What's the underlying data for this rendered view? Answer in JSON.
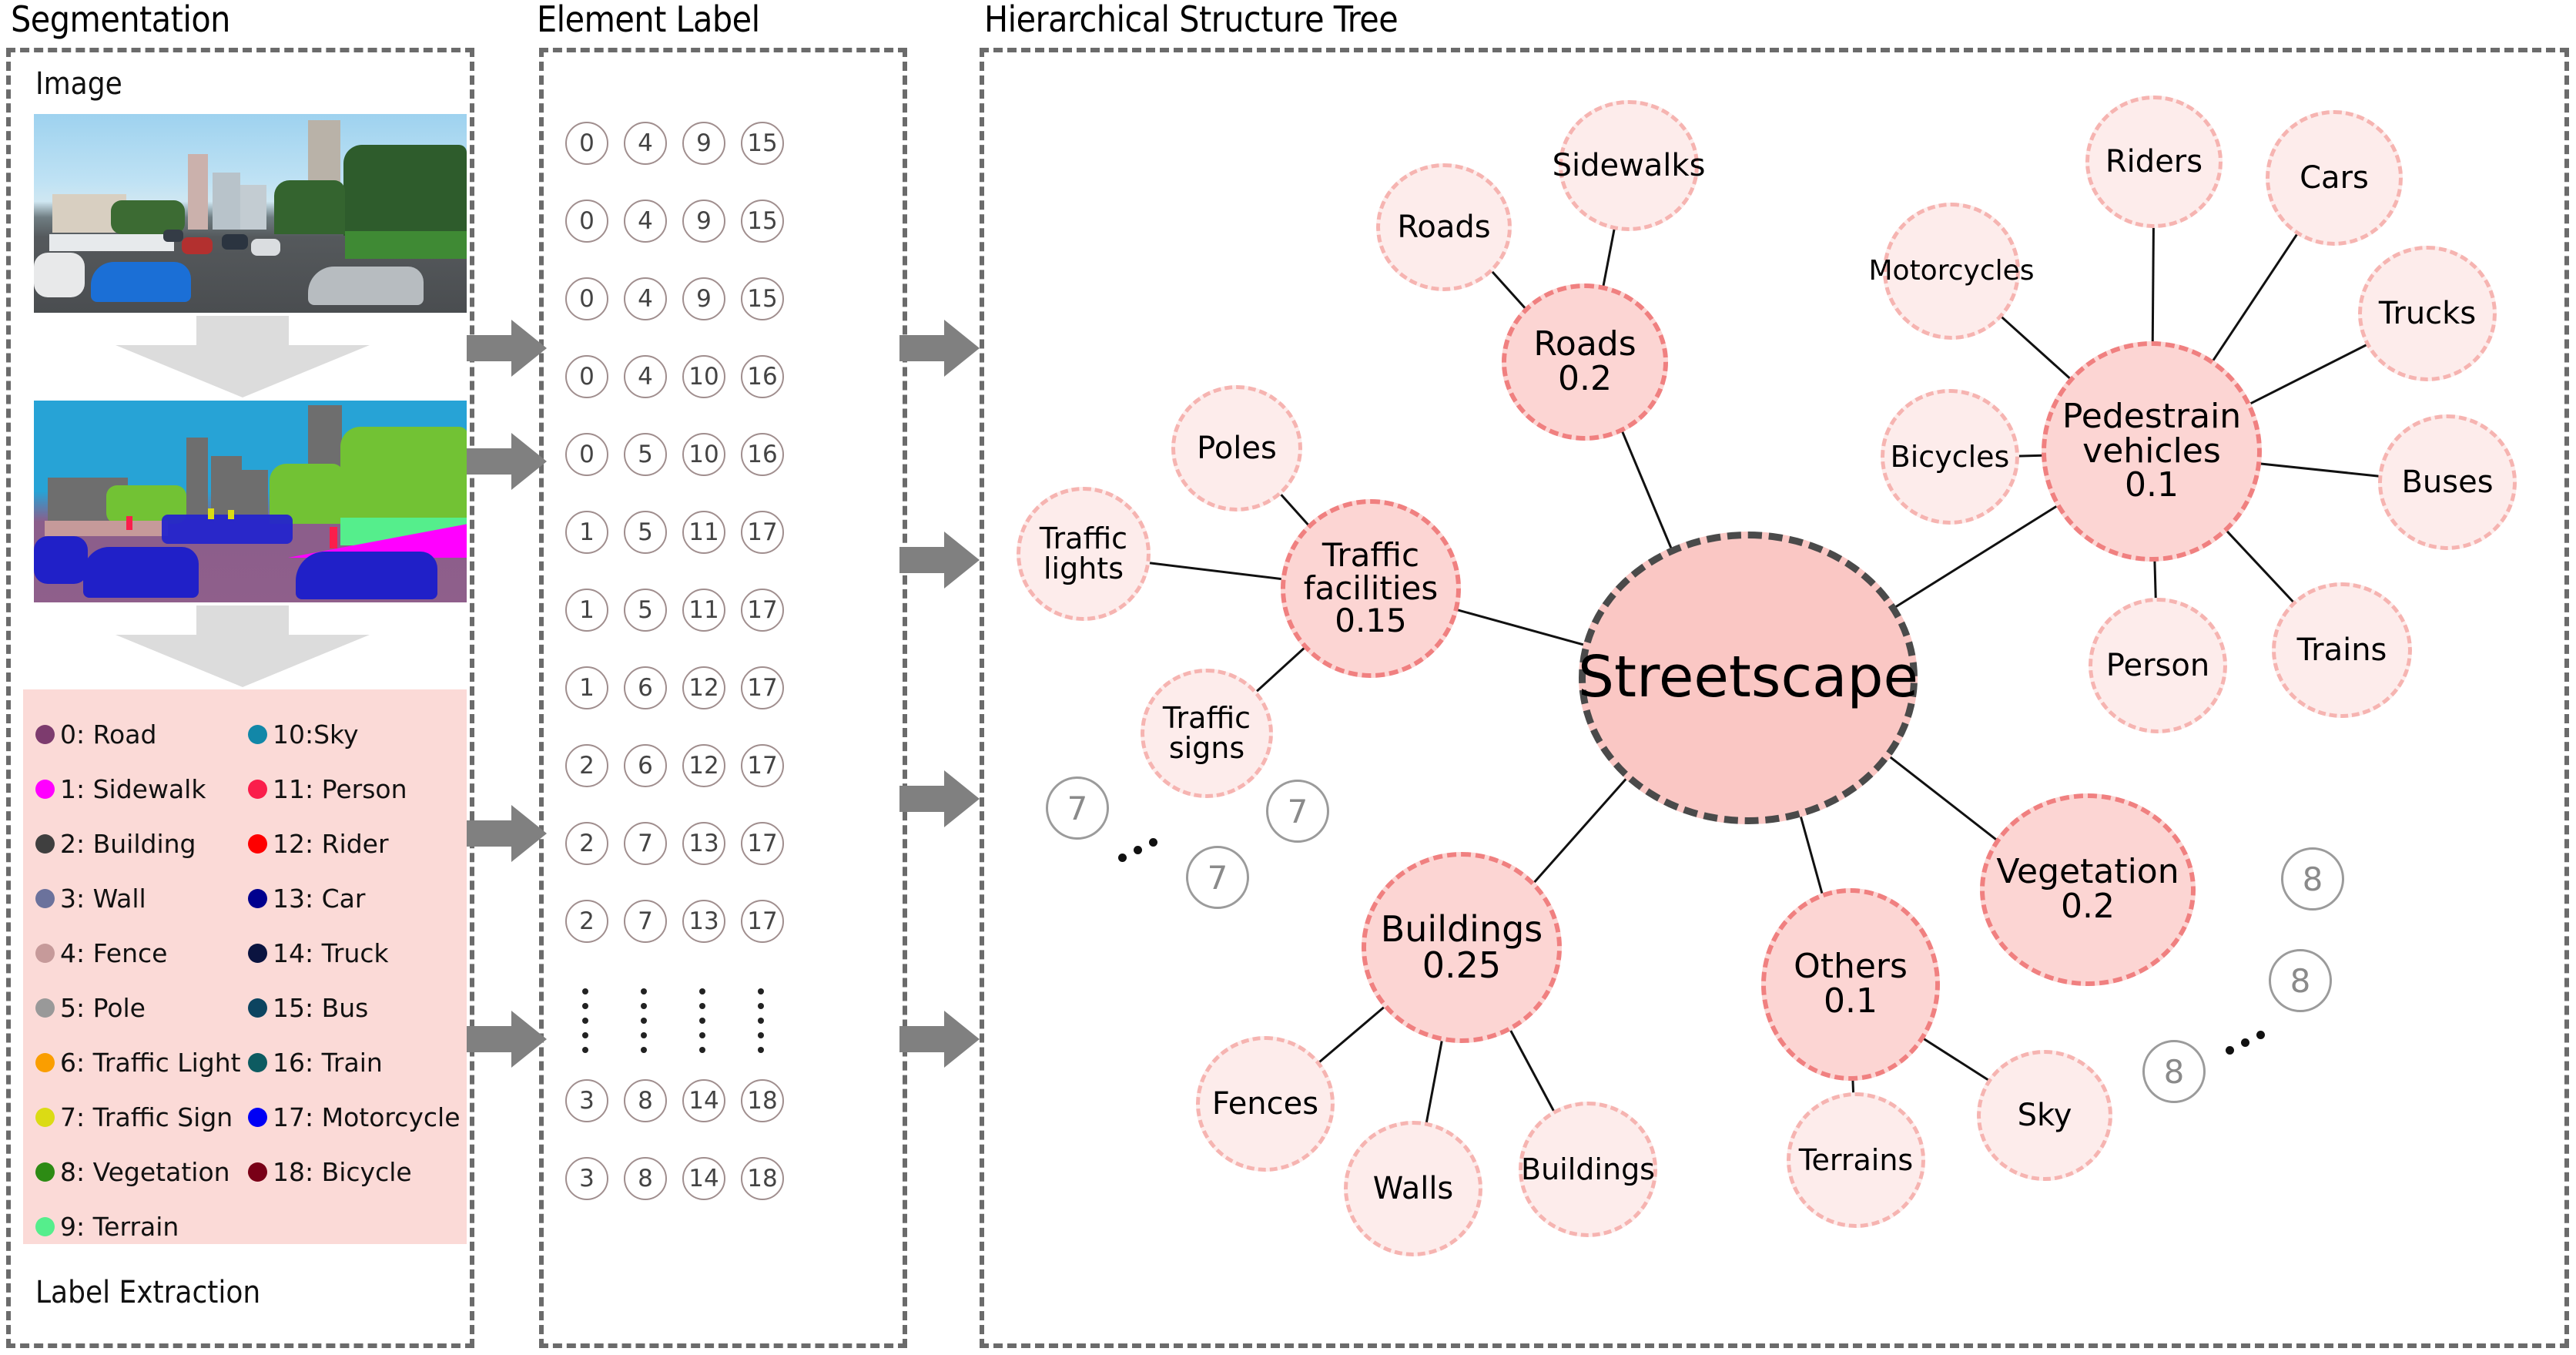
{
  "panels": {
    "segmentation": {
      "title": "Segmentation",
      "image_label": "Image",
      "footer_label": "Label Extraction"
    },
    "element_label": {
      "title": "Element Label"
    },
    "tree": {
      "title": "Hierarchical Structure Tree"
    }
  },
  "legend": {
    "left_column": [
      {
        "id": "0",
        "label": "0: Road",
        "color": "#7d3b6e"
      },
      {
        "id": "1",
        "label": "1: Sidewalk",
        "color": "#ff00ff"
      },
      {
        "id": "2",
        "label": "2: Building",
        "color": "#3f3f3f"
      },
      {
        "id": "3",
        "label": "3: Wall",
        "color": "#6b729c"
      },
      {
        "id": "4",
        "label": "4: Fence",
        "color": "#c69a9a"
      },
      {
        "id": "5",
        "label": "5: Pole",
        "color": "#999999"
      },
      {
        "id": "6",
        "label": "6:  Traffic Light",
        "color": "#fa9e00"
      },
      {
        "id": "7",
        "label": "7: Traffic Sign",
        "color": "#dbdb14"
      },
      {
        "id": "8",
        "label": "8: Vegetation",
        "color": "#2d8b14"
      },
      {
        "id": "9",
        "label": "9: Terrain",
        "color": "#55ee8c"
      }
    ],
    "right_column": [
      {
        "id": "10",
        "label": "10:Sky",
        "color": "#1287a8"
      },
      {
        "id": "11",
        "label": "11: Person",
        "color": "#fa1e4b"
      },
      {
        "id": "12",
        "label": "12:  Rider",
        "color": "#fe0000"
      },
      {
        "id": "13",
        "label": "13: Car",
        "color": "#00008e"
      },
      {
        "id": "14",
        "label": "14: Truck",
        "color": "#0b1440"
      },
      {
        "id": "15",
        "label": "15: Bus",
        "color": "#0c4460"
      },
      {
        "id": "16",
        "label": "16: Train",
        "color": "#0d5b61"
      },
      {
        "id": "17",
        "label": "17:  Motorcycle",
        "color": "#0000f5"
      },
      {
        "id": "18",
        "label": "18: Bicycle",
        "color": "#790017"
      }
    ]
  },
  "element_label_grid": {
    "rows": [
      [
        "0",
        "4",
        "9",
        "15"
      ],
      [
        "0",
        "4",
        "9",
        "15"
      ],
      [
        "0",
        "4",
        "9",
        "15"
      ],
      [
        "0",
        "4",
        "10",
        "16"
      ],
      [
        "0",
        "5",
        "10",
        "16"
      ],
      [
        "1",
        "5",
        "11",
        "17"
      ],
      [
        "1",
        "5",
        "11",
        "17"
      ],
      [
        "1",
        "6",
        "12",
        "17"
      ],
      [
        "2",
        "6",
        "12",
        "17"
      ],
      [
        "2",
        "7",
        "13",
        "17"
      ],
      [
        "2",
        "7",
        "13",
        "17"
      ]
    ],
    "ellipsis_row": "⋮",
    "tail_rows": [
      [
        "3",
        "8",
        "14",
        "18"
      ],
      [
        "3",
        "8",
        "14",
        "18"
      ]
    ]
  },
  "tree": {
    "root": {
      "label": "Streetscape"
    },
    "categories": [
      {
        "id": "roads",
        "label": "Roads",
        "weight": "0.2",
        "children": [
          "Roads",
          "Sidewalks"
        ]
      },
      {
        "id": "traffic",
        "label": "Traffic\nfacilities",
        "weight": "0.15",
        "children": [
          "Poles",
          "Traffic\nlights",
          "Traffic\nsigns"
        ]
      },
      {
        "id": "pedestrian",
        "label": "Pedestrain\nvehicles",
        "weight": "0.1",
        "children": [
          "Motorcycles",
          "Riders",
          "Cars",
          "Trucks",
          "Buses",
          "Trains",
          "Person",
          "Bicycles"
        ]
      },
      {
        "id": "vegetation",
        "label": "Vegetation",
        "weight": "0.2",
        "children": []
      },
      {
        "id": "others",
        "label": "Others",
        "weight": "0.1",
        "children": [
          "Terrains",
          "Sky"
        ]
      },
      {
        "id": "buildings",
        "label": "Buildings",
        "weight": "0.25",
        "children": [
          "Fences",
          "Walls",
          "Buildings"
        ]
      }
    ],
    "nodes": {
      "root": {
        "text": "Streetscape"
      },
      "roads_cat_l1": {
        "text": "Roads"
      },
      "roads_cat_l2": {
        "text": "0.2"
      },
      "roads_child_0": {
        "text": "Roads"
      },
      "roads_child_1": {
        "text": "Sidewalks"
      },
      "traffic_l1": {
        "text": "Traffic"
      },
      "traffic_l2": {
        "text": "facilities"
      },
      "traffic_l3": {
        "text": "0.15"
      },
      "traffic_child_0": {
        "text": "Poles"
      },
      "traffic_child_1a": {
        "text": "Traffic"
      },
      "traffic_child_1b": {
        "text": "lights"
      },
      "traffic_child_2a": {
        "text": "Traffic"
      },
      "traffic_child_2b": {
        "text": "signs"
      },
      "ped_l1": {
        "text": "Pedestrain"
      },
      "ped_l2": {
        "text": "vehicles"
      },
      "ped_l3": {
        "text": "0.1"
      },
      "ped_child_0": {
        "text": "Motorcycles"
      },
      "ped_child_1": {
        "text": "Riders"
      },
      "ped_child_2": {
        "text": "Cars"
      },
      "ped_child_3": {
        "text": "Trucks"
      },
      "ped_child_4": {
        "text": "Buses"
      },
      "ped_child_5": {
        "text": "Trains"
      },
      "ped_child_6": {
        "text": "Person"
      },
      "ped_child_7": {
        "text": "Bicycles"
      },
      "veg_l1": {
        "text": "Vegetation"
      },
      "veg_l2": {
        "text": "0.2"
      },
      "others_l1": {
        "text": "Others"
      },
      "others_l2": {
        "text": "0.1"
      },
      "others_child_0": {
        "text": "Terrains"
      },
      "others_child_1": {
        "text": "Sky"
      },
      "bld_l1": {
        "text": "Buildings"
      },
      "bld_l2": {
        "text": "0.25"
      },
      "bld_child_0": {
        "text": "Fences"
      },
      "bld_child_1": {
        "text": "Walls"
      },
      "bld_child_2": {
        "text": "Buildings"
      }
    },
    "grey_badges": {
      "seven_a": "7",
      "seven_b": "7",
      "seven_c": "7",
      "eight_a": "8",
      "eight_b": "8",
      "eight_c": "8"
    }
  },
  "colors": {
    "root_fill": "#fac7c4",
    "root_border": "#4a4a4a",
    "category_fill": "#fcd5d3",
    "category_border": "#f08080",
    "leaf_fill": "#fdeceb",
    "leaf_border": "#f6b4b1",
    "legend_panel": "#fbdad7",
    "arrow_grey": "#808080",
    "panel_border": "#6b6b6b"
  }
}
